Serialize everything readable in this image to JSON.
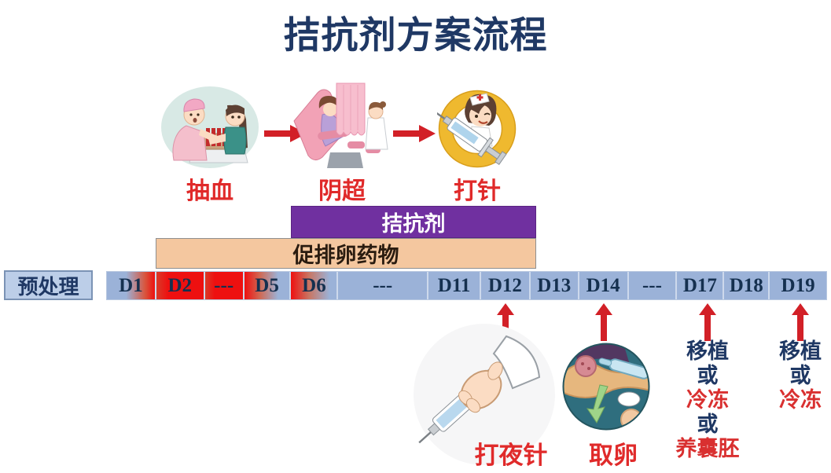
{
  "title": "拮抗剂方案流程",
  "steps": {
    "blood_draw": "抽血",
    "ultrasound": "阴超",
    "injection": "打针"
  },
  "bars": {
    "antagonist": "拮抗剂",
    "stimulation": "促排卵药物"
  },
  "timeline": {
    "preprocess": "预处理",
    "cells": [
      {
        "label": "D1",
        "fill": "blue-to-red"
      },
      {
        "label": "D2",
        "fill": "red"
      },
      {
        "label": "---",
        "fill": "red"
      },
      {
        "label": "D5",
        "fill": "red-to-blue"
      },
      {
        "label": "D6",
        "fill": "red-to-blue"
      },
      {
        "label": "---",
        "fill": "blue"
      },
      {
        "label": "D11",
        "fill": "blue"
      },
      {
        "label": "D12",
        "fill": "blue"
      },
      {
        "label": "D13",
        "fill": "blue"
      },
      {
        "label": "D14",
        "fill": "blue"
      },
      {
        "label": "---",
        "fill": "blue"
      },
      {
        "label": "D17",
        "fill": "blue"
      },
      {
        "label": "D18",
        "fill": "blue"
      },
      {
        "label": "D19",
        "fill": "blue"
      }
    ]
  },
  "events": {
    "trigger_shot": "打夜针",
    "egg_retrieval": "取卵",
    "d17_lines": [
      "移植",
      "或",
      "冷冻",
      "或",
      "养囊胚"
    ],
    "d19_lines": [
      "移植",
      "或",
      "冷冻"
    ]
  },
  "colors": {
    "title_navy": "#1F3864",
    "cell_blue": "#9BB2D8",
    "cell_red": "#EE1010",
    "antagonist_purple": "#7030A0",
    "stimulation_peach": "#F4C79F",
    "arrow_red": "#D22027",
    "label_red": "#E02A2A"
  }
}
